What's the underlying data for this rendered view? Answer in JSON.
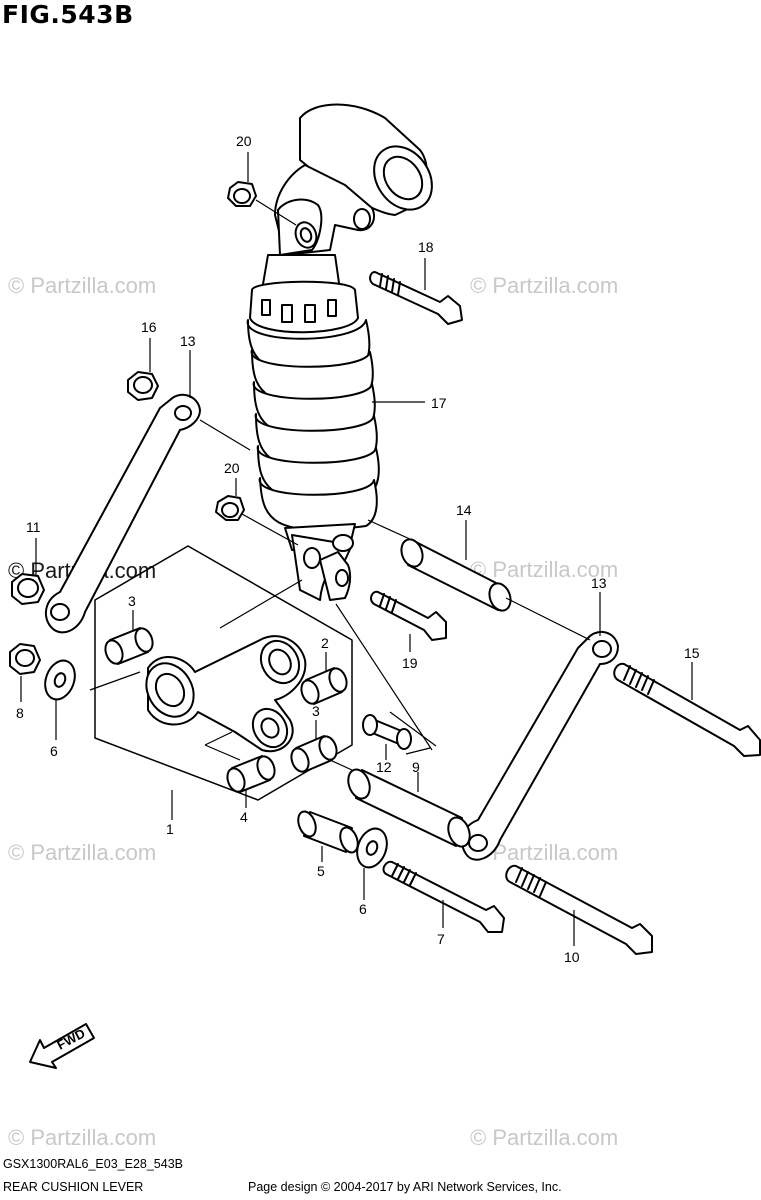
{
  "figure": {
    "title": "FIG.543B",
    "model_code": "GSX1300RAL6_E03_E28_543B",
    "diagram_name": "REAR CUSHION LEVER",
    "credit": "Page design © 2004-2017 by ARI Network Services, Inc.",
    "fwd_label": "FWD"
  },
  "watermarks": {
    "text": "© Partzilla.com",
    "dark_text": "© Partzilla.com"
  },
  "callouts": [
    {
      "id": "c20a",
      "label": "20"
    },
    {
      "id": "c18",
      "label": "18"
    },
    {
      "id": "c16",
      "label": "16"
    },
    {
      "id": "c13a",
      "label": "13"
    },
    {
      "id": "c17",
      "label": "17"
    },
    {
      "id": "c20b",
      "label": "20"
    },
    {
      "id": "c14",
      "label": "14"
    },
    {
      "id": "c11",
      "label": "11"
    },
    {
      "id": "c13b",
      "label": "13"
    },
    {
      "id": "c3a",
      "label": "3"
    },
    {
      "id": "c2",
      "label": "2"
    },
    {
      "id": "c15",
      "label": "15"
    },
    {
      "id": "c19",
      "label": "19"
    },
    {
      "id": "c8",
      "label": "8"
    },
    {
      "id": "c3b",
      "label": "3"
    },
    {
      "id": "c6a",
      "label": "6"
    },
    {
      "id": "c12",
      "label": "12"
    },
    {
      "id": "c9",
      "label": "9"
    },
    {
      "id": "c1",
      "label": "1"
    },
    {
      "id": "c4",
      "label": "4"
    },
    {
      "id": "c5",
      "label": "5"
    },
    {
      "id": "c6b",
      "label": "6"
    },
    {
      "id": "c7",
      "label": "7"
    },
    {
      "id": "c10",
      "label": "10"
    }
  ]
}
